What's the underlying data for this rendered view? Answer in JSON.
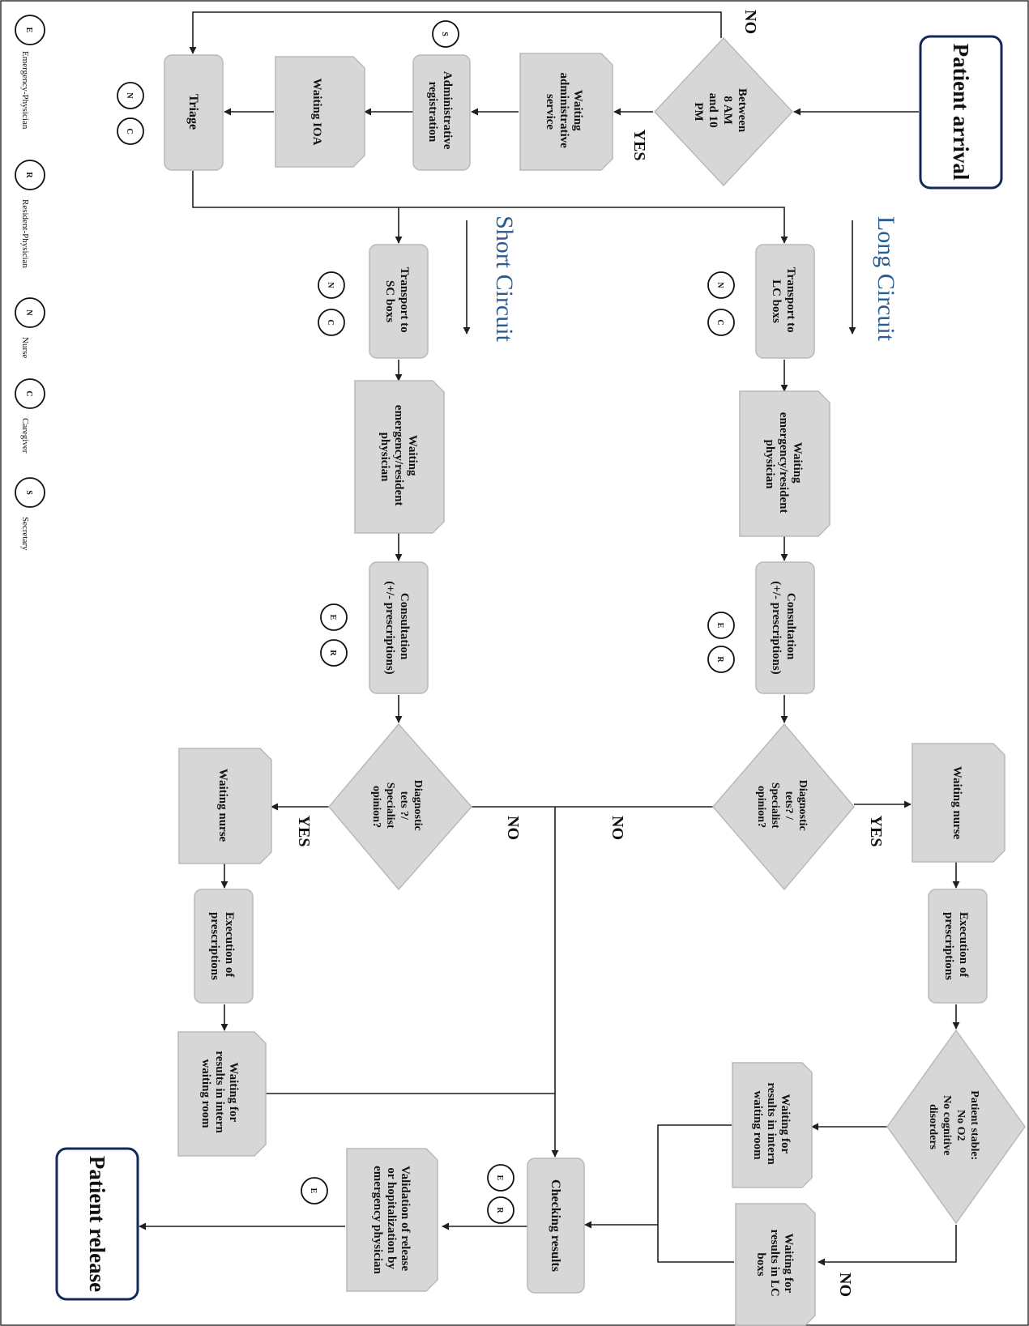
{
  "colors": {
    "box_fill": "#d7d7d7",
    "box_stroke": "#b9b9b9",
    "terminal_stroke": "#14285a",
    "circuit_label": "#2a5b91",
    "line": "#1f1f1f"
  },
  "nodes": {
    "patient_arrival": "Patient arrival",
    "decision_hours": [
      "Between",
      "8 AM",
      "and 10",
      "PM"
    ],
    "waiting_admin": [
      "Waiting",
      "administrative",
      "service"
    ],
    "admin_registration": [
      "Administrative",
      "registration"
    ],
    "waiting_ioa": [
      "Waiting IOA"
    ],
    "triage": [
      "Triage"
    ],
    "lc_transport": [
      "Transport to",
      "LC boxs"
    ],
    "lc_wait_physician": [
      "Waiting",
      "emergency/resident",
      "physician"
    ],
    "lc_consultation": [
      "Consultation",
      "(+/- prescriptions)"
    ],
    "lc_decision": [
      "Diagnostic",
      "tets? /",
      "Specialist",
      "opinion?"
    ],
    "lc_wait_nurse": [
      "Waiting nurse"
    ],
    "lc_exec": [
      "Execution of",
      "prescriptions"
    ],
    "lc_stable": [
      "Patient stable:",
      "No O2",
      "No cognitive",
      "disorders"
    ],
    "lc_wait_intern": [
      "Waiting for",
      "results in intern",
      "waiting room"
    ],
    "lc_wait_boxs": [
      "Waiting for",
      "results in LC",
      "boxs"
    ],
    "sc_transport": [
      "Transport to",
      "SC boxs"
    ],
    "sc_wait_physician": [
      "Waiting",
      "emergency/resident",
      "physician"
    ],
    "sc_consultation": [
      "Consultation",
      "(+/- prescriptions)"
    ],
    "sc_decision": [
      "Diagnostic",
      "tets ?/",
      "Specialist",
      "opinion?"
    ],
    "sc_wait_nurse": [
      "Waiting nurse"
    ],
    "sc_exec": [
      "Execution of",
      "prescriptions"
    ],
    "sc_wait_intern": [
      "Waiting for",
      "results in intern",
      "waiting room"
    ],
    "checking_results": [
      "Checking results"
    ],
    "validation": [
      "Validation of release",
      "or hopitalization by",
      "emergency physician"
    ],
    "patient_release": "Patient release"
  },
  "edge_labels": {
    "hours_no": "NO",
    "hours_yes": "YES",
    "lc_yes": "YES",
    "lc_no": "NO",
    "sc_yes": "YES",
    "sc_no": "NO",
    "stable_no": "NO"
  },
  "circuits": {
    "long": "Long Circuit",
    "short": "Short Circuit"
  },
  "roles": {
    "secretary": "S",
    "nurse": "N",
    "caregiver": "C",
    "emergency": "E",
    "resident": "R"
  },
  "legend": [
    {
      "code": "E",
      "label": "Emergency-Physician"
    },
    {
      "code": "R",
      "label": "Resident-Physician"
    },
    {
      "code": "N",
      "label": "Nurse"
    },
    {
      "code": "C",
      "label": "Caregiver"
    },
    {
      "code": "S",
      "label": "Secretary"
    }
  ]
}
